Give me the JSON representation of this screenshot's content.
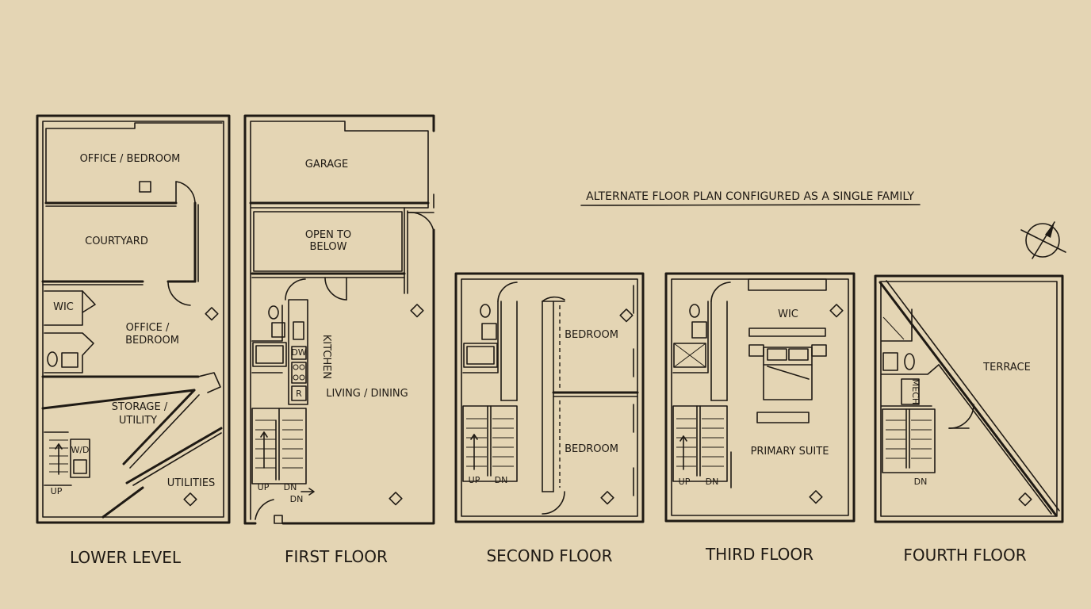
{
  "note": "ALTERNATE FLOOR PLAN CONFIGURED AS A SINGLE FAMILY",
  "floors": {
    "lower": {
      "title": "LOWER LEVEL",
      "rooms": {
        "office_bedroom_top": "OFFICE / BEDROOM",
        "courtyard": "COURTYARD",
        "wic": "WIC",
        "office_bedroom_1": "OFFICE /",
        "office_bedroom_2": "BEDROOM",
        "storage_1": "STORAGE /",
        "storage_2": "UTILITY",
        "wd": "W/D",
        "up": "UP",
        "utilities": "UTILITIES"
      }
    },
    "first": {
      "title": "FIRST FLOOR",
      "rooms": {
        "garage": "GARAGE",
        "open_1": "OPEN TO",
        "open_2": "BELOW",
        "kitchen": "KITCHEN",
        "dw": "DW",
        "r": "R",
        "living": "LIVING / DINING",
        "up": "UP",
        "dn1": "DN",
        "dn2": "DN"
      }
    },
    "second": {
      "title": "SECOND FLOOR",
      "rooms": {
        "bedroom_1": "BEDROOM",
        "bedroom_2": "BEDROOM",
        "up": "UP",
        "dn": "DN"
      }
    },
    "third": {
      "title": "THIRD FLOOR",
      "rooms": {
        "wic": "WIC",
        "primary": "PRIMARY SUITE",
        "up": "UP",
        "dn": "DN"
      }
    },
    "fourth": {
      "title": "FOURTH FLOOR",
      "rooms": {
        "terrace": "TERRACE",
        "mech": "MECH",
        "dn": "DN"
      }
    }
  },
  "colors": {
    "paper": "#e4d5b4",
    "ink": "#1f1a14"
  }
}
